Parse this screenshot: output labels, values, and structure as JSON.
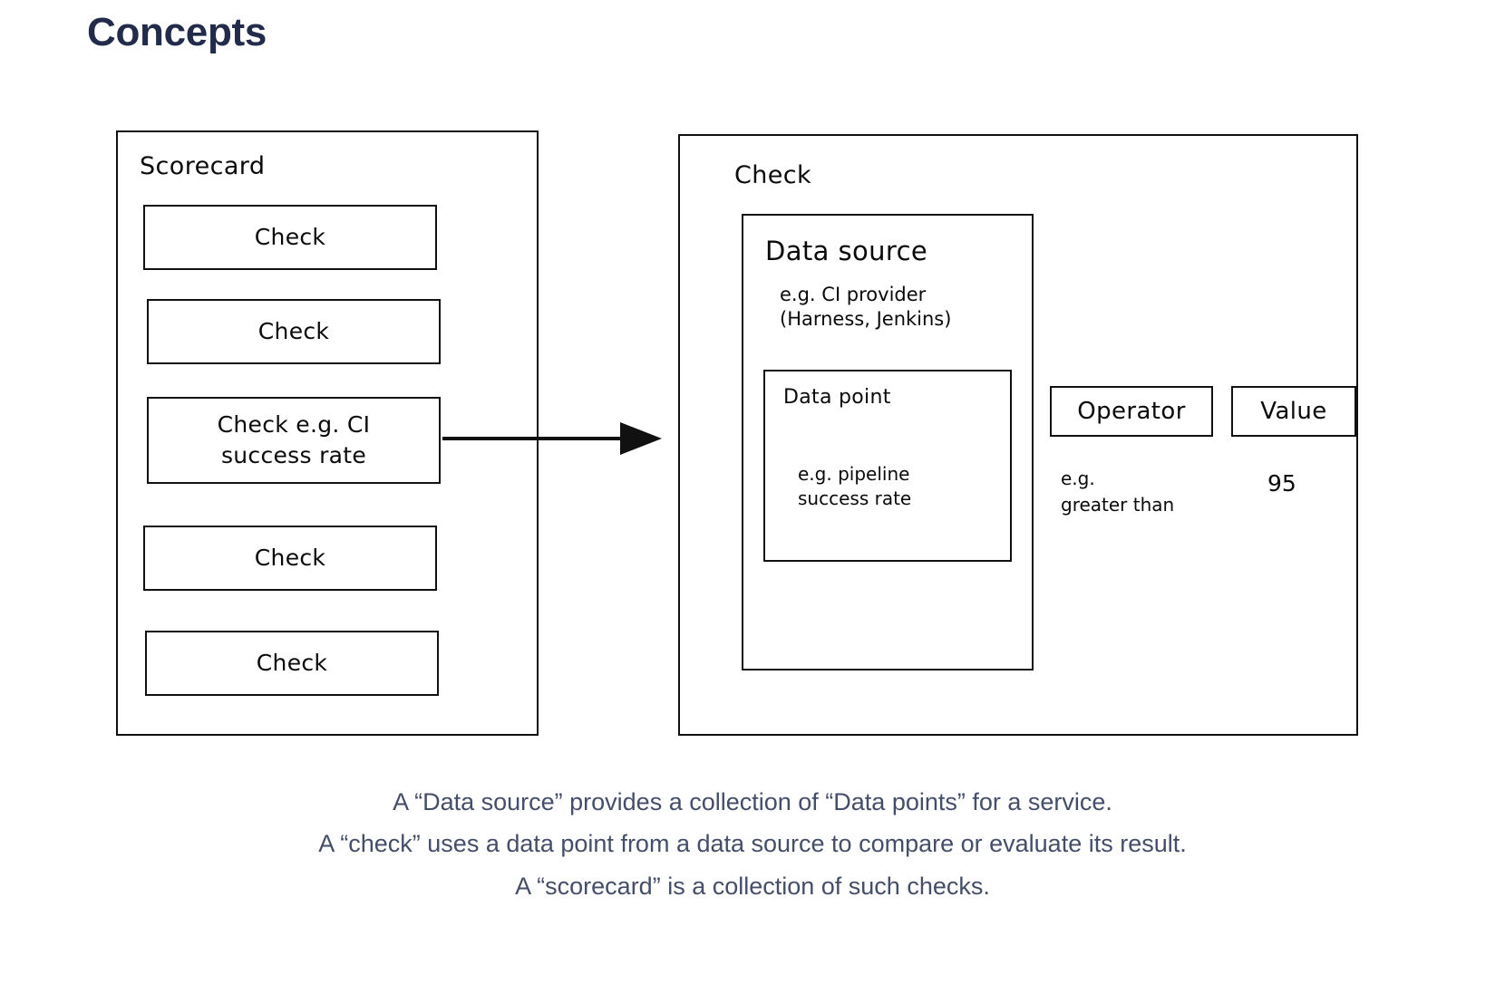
{
  "page": {
    "title": "Concepts",
    "title_color": "#222b49",
    "background": "#ffffff",
    "stroke_color": "#111111",
    "caption_color": "#444e68"
  },
  "scorecard": {
    "title": "Scorecard",
    "checks": [
      {
        "label": "Check"
      },
      {
        "label": "Check"
      },
      {
        "label_line1": "Check e.g. CI",
        "label_line2": "success rate"
      },
      {
        "label": "Check"
      },
      {
        "label": "Check"
      }
    ]
  },
  "check_detail": {
    "title": "Check",
    "data_source": {
      "title": "Data source",
      "example_line1": "e.g. CI provider",
      "example_line2": "(Harness, Jenkins)",
      "data_point": {
        "title": "Data point",
        "example_line1": "e.g. pipeline",
        "example_line2": "success rate"
      }
    },
    "operator": {
      "label": "Operator",
      "example_line1": "e.g.",
      "example_line2": "greater than"
    },
    "value": {
      "label": "Value",
      "example": "95"
    }
  },
  "connector": {
    "icon": "arrow-right-icon",
    "from": "scorecard-check-ci-success-rate",
    "to": "check-detail-panel"
  },
  "caption": {
    "line1": "A “Data source” provides a collection of “Data points” for a service.",
    "line2": "A “check” uses a data point from a data source to compare or evaluate its result.",
    "line3": "A “scorecard” is a collection of such checks."
  }
}
